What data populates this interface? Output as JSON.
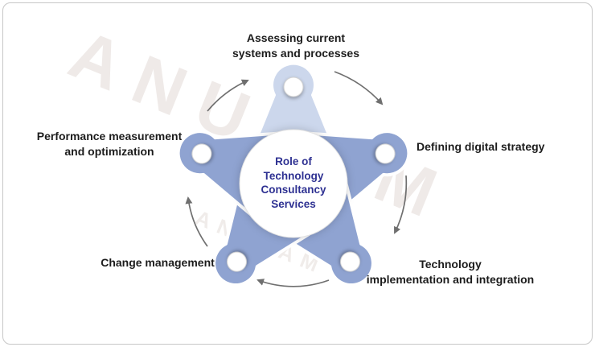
{
  "watermark": {
    "text": "ANUPAM"
  },
  "colors": {
    "petalTop": "#ccd7ec",
    "petalMain": "#8fa3d1",
    "arrow": "#6f6f6f",
    "centerText": "#2e3192"
  },
  "center": {
    "lines": [
      "Role of",
      "Technology",
      "Consultancy",
      "Services"
    ]
  },
  "nodes": [
    {
      "id": "assessing",
      "lines": [
        "Assessing current",
        "systems and processes"
      ]
    },
    {
      "id": "digital-strategy",
      "lines": [
        "Defining digital strategy"
      ]
    },
    {
      "id": "implementation",
      "lines": [
        "Technology",
        "implementation and integration"
      ]
    },
    {
      "id": "change-management",
      "lines": [
        "Change management"
      ]
    },
    {
      "id": "performance",
      "lines": [
        "Performance measurement",
        "and optimization"
      ]
    }
  ]
}
